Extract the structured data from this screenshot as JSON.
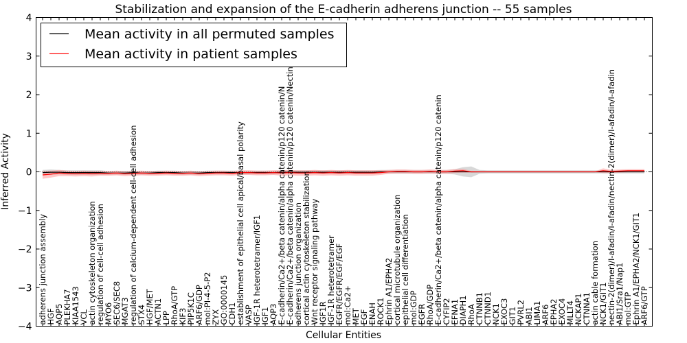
{
  "chart_data": {
    "type": "line",
    "title": "Stabilization and expansion of the E-cadherin adherens junction -- 55 samples",
    "xlabel": "Cellular Entities",
    "ylabel": "Inferred Activity",
    "ylim": [
      -4,
      4
    ],
    "yticks": [
      -4,
      -3,
      -2,
      -1,
      0,
      1,
      2,
      3,
      4
    ],
    "ytick_labels": [
      "−4",
      "−3",
      "−2",
      "−1",
      "0",
      "1",
      "2",
      "3",
      "4"
    ],
    "grid": false,
    "legend_placement": "top-left",
    "categories": [
      "adherens junction assembly",
      "HGF",
      "AQP5",
      "PLEKHA7",
      "KIAA1543",
      "VCL",
      "actin cytoskeleton organization",
      "regulation of cell-cell adhesion",
      "MYO6",
      "SEC6/SEC8",
      "MGAT3",
      "regulation of calcium-dependent cell-cell adhesion",
      "STX4",
      "HGF/MET",
      "ACTN1",
      "LPP",
      "RhoA/GTP",
      "KIF3",
      "PIP5K1C",
      "ARF6/GDP",
      "mol:PI-4-5-P2",
      "ZYX",
      "GO:0000145",
      "CDH1",
      "establishment of epithelial cell apical/basal polarity",
      "VASP",
      "IGF-1R heterotetramer/IGF1",
      "IGF1",
      "AQP3",
      "E-cadherin/Ca2+/beta catenin/alpha catenin/p120 catenin/N",
      "E-cadherin/Ca2+/beta catenin/alpha catenin/p120 catenin/Nectin",
      "adherens junction organization",
      "cortical actin cytoskeleton stabilization",
      "Wnt receptor signaling pathway",
      "IGF1R",
      "IGF-1R heterotetramer",
      "EGFR/EGFR/EGF/EGF",
      "mol:Ca2+",
      "MET",
      "EGF",
      "ENAH",
      "ROCK1",
      "Ephrin A1/EPHA2",
      "cortical microtubule organization",
      "epithelial cell differentiation",
      "mol:GDP",
      "EGFR",
      "RhoA/GDP",
      "E-cadherin/Ca2+/beta catenin/alpha catenin/p120 catenin",
      "CYFIP2",
      "EFNA1",
      "DIAPH1",
      "RhoA",
      "CTNNB1",
      "CTNND1",
      "NCK1",
      "EXOC3",
      "GIT1",
      "PVRL2",
      "ABI1",
      "LIMA1",
      "ARF6",
      "EPHA2",
      "EXOC4",
      "MLLT4",
      "NCKAP1",
      "CTNNA1",
      "actin cable formation",
      "NCK1/GIT1",
      "nectin-2(dimer)/I-afadin/I-afadin/nectin-2(dimer)/I-afadin/I-afadin",
      "ABI1/Sra1/Nap1",
      "mol:GTP",
      "Ephrin A1/EPHA2/NCK1/GIT1",
      "ARF6/GTP"
    ],
    "series": [
      {
        "name": "Mean activity in all permuted samples",
        "color": "#000000",
        "band_color": "#c8c8c8",
        "values": [
          -0.02,
          -0.01,
          -0.01,
          -0.02,
          -0.02,
          -0.02,
          -0.02,
          -0.02,
          -0.03,
          -0.03,
          -0.03,
          -0.02,
          -0.03,
          -0.03,
          -0.02,
          -0.02,
          -0.02,
          -0.03,
          -0.03,
          -0.03,
          -0.02,
          -0.02,
          -0.02,
          -0.02,
          -0.02,
          -0.02,
          -0.02,
          -0.02,
          -0.02,
          -0.01,
          -0.01,
          -0.01,
          -0.01,
          -0.01,
          -0.01,
          -0.01,
          -0.01,
          -0.01,
          -0.01,
          -0.01,
          -0.01,
          0.0,
          0.0,
          0.0,
          0.0,
          0.0,
          0.0,
          0.0,
          0.0,
          0.0,
          0.0,
          0.0,
          0.0,
          0.0,
          0.0,
          0.0,
          0.0,
          0.0,
          0.0,
          0.0,
          0.0,
          0.0,
          0.0,
          0.0,
          0.0,
          0.0,
          0.0,
          0.0,
          0.0,
          0.0,
          0.0,
          0.0,
          0.0,
          0.0
        ],
        "spread": [
          0.07,
          0.07,
          0.06,
          0.06,
          0.06,
          0.06,
          0.06,
          0.06,
          0.05,
          0.05,
          0.05,
          0.05,
          0.05,
          0.05,
          0.05,
          0.05,
          0.05,
          0.05,
          0.05,
          0.05,
          0.05,
          0.05,
          0.05,
          0.05,
          0.05,
          0.05,
          0.05,
          0.05,
          0.05,
          0.05,
          0.05,
          0.05,
          0.05,
          0.05,
          0.05,
          0.05,
          0.05,
          0.05,
          0.05,
          0.05,
          0.05,
          0.05,
          0.05,
          0.05,
          0.05,
          0.05,
          0.05,
          0.05,
          0.05,
          0.05,
          0.07,
          0.12,
          0.14,
          0.05,
          0.04,
          0.04,
          0.04,
          0.04,
          0.04,
          0.04,
          0.04,
          0.04,
          0.04,
          0.04,
          0.04,
          0.04,
          0.04,
          0.04,
          0.04,
          0.04,
          0.04,
          0.04,
          0.04,
          0.04
        ]
      },
      {
        "name": "Mean activity in patient samples",
        "color": "#ff0000",
        "band_color": "#ff9a9a",
        "values": [
          -0.08,
          -0.06,
          -0.03,
          -0.04,
          -0.05,
          -0.04,
          -0.05,
          -0.04,
          -0.04,
          -0.03,
          -0.05,
          -0.04,
          -0.03,
          -0.04,
          -0.04,
          -0.03,
          -0.04,
          -0.04,
          -0.03,
          -0.05,
          -0.04,
          -0.03,
          -0.03,
          -0.04,
          -0.02,
          -0.02,
          -0.03,
          -0.03,
          -0.02,
          -0.03,
          -0.02,
          -0.03,
          -0.03,
          -0.02,
          -0.03,
          -0.02,
          -0.03,
          -0.02,
          -0.03,
          -0.03,
          -0.03,
          -0.02,
          0.0,
          0.01,
          0.01,
          0.0,
          0.0,
          0.01,
          0.0,
          0.0,
          0.02,
          0.03,
          0.0,
          0.0,
          0.0,
          0.0,
          0.0,
          0.0,
          0.0,
          0.0,
          0.0,
          0.0,
          0.0,
          0.0,
          0.0,
          0.0,
          0.0,
          0.0,
          0.03,
          0.01,
          0.02,
          0.03,
          0.03,
          0.03
        ],
        "spread": [
          0.1,
          0.09,
          0.08,
          0.07,
          0.07,
          0.07,
          0.07,
          0.06,
          0.06,
          0.06,
          0.06,
          0.06,
          0.06,
          0.06,
          0.06,
          0.06,
          0.06,
          0.06,
          0.06,
          0.06,
          0.06,
          0.06,
          0.06,
          0.06,
          0.06,
          0.06,
          0.06,
          0.06,
          0.06,
          0.07,
          0.07,
          0.07,
          0.07,
          0.07,
          0.07,
          0.07,
          0.07,
          0.07,
          0.07,
          0.07,
          0.07,
          0.06,
          0.05,
          0.05,
          0.05,
          0.05,
          0.05,
          0.05,
          0.05,
          0.05,
          0.05,
          0.05,
          0.02,
          0.01,
          0.01,
          0.01,
          0.01,
          0.01,
          0.01,
          0.01,
          0.01,
          0.01,
          0.01,
          0.01,
          0.01,
          0.01,
          0.01,
          0.01,
          0.06,
          0.04,
          0.04,
          0.04,
          0.04,
          0.04
        ]
      }
    ]
  }
}
